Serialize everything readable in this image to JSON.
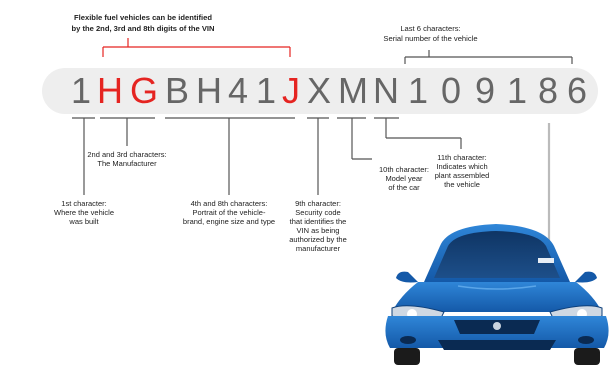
{
  "vin": {
    "characters": [
      "1",
      "H",
      "G",
      "B",
      "H",
      "4",
      "1",
      "J",
      "X",
      "M",
      "N",
      "1",
      "0",
      "9",
      "1",
      "8",
      "6"
    ],
    "highlighted_positions": [
      2,
      3,
      8
    ]
  },
  "callouts": {
    "flex_fuel": {
      "line1": "Flexible fuel vehicles can be identified",
      "line2": "by the 2nd, 3rd and 8th digits of the VIN"
    },
    "last_six": {
      "line1": "Last 6 characters:",
      "line2": "Serial number of the vehicle"
    },
    "first_char": {
      "line1": "1st character:",
      "line2": "Where the vehicle",
      "line3": "was built"
    },
    "manufacturer": {
      "line1": "2nd and 3rd characters:",
      "line2": "The Manufacturer"
    },
    "portrait": {
      "line1": "4th and 8th characters:",
      "line2": "Portrait of the vehicle-",
      "line3": "brand, engine size and type"
    },
    "security": {
      "line1": "9th character:",
      "line2": "Security code",
      "line3": "that identifies the",
      "line4": "VIN as being",
      "line5": "authorized by the",
      "line6": "manufacturer"
    },
    "model_year": {
      "line1": "10th character:",
      "line2": "Model year",
      "line3": "of the car"
    },
    "plant": {
      "line1": "11th character:",
      "line2": "Indicates which",
      "line3": "plant  assembled",
      "line4": "the vehicle"
    }
  },
  "colors": {
    "highlight": "#e52421",
    "vin_text": "#666666",
    "bracket": "#555555",
    "bar": "#eeeeee",
    "car_body": "#1a6fc4",
    "car_dark": "#0d3f7a"
  }
}
